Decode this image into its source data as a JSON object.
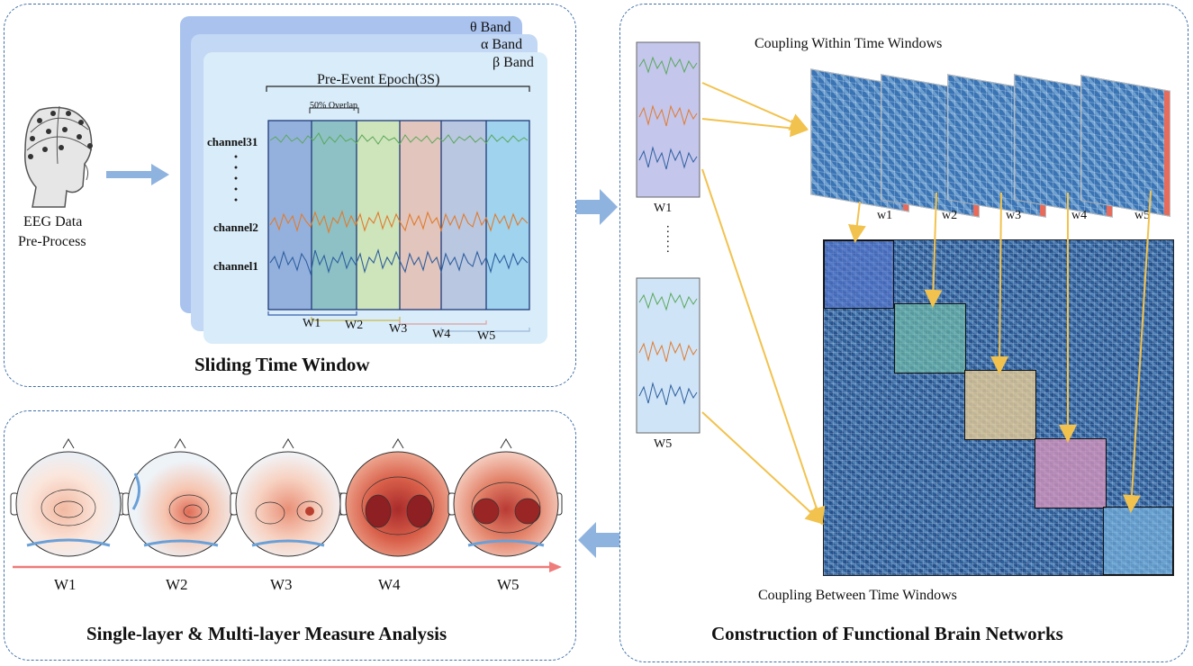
{
  "panels": {
    "sliding": {
      "title": "Sliding Time Window",
      "eeg_label_1": "EEG Data",
      "eeg_label_2": "Pre-Process",
      "bands": [
        "θ Band",
        "α Band",
        "β Band"
      ],
      "epoch_label": "Pre-Event Epoch(3S)",
      "overlap_label": "50% Overlap",
      "channels": [
        "channel31",
        "channel2",
        "channel1"
      ],
      "windows": [
        "W1",
        "W2",
        "W3",
        "W4",
        "W5"
      ]
    },
    "network": {
      "title": "Construction of Functional Brain Networks",
      "within_label": "Coupling Within Time Windows",
      "between_label": "Coupling Between Time Windows",
      "stack_labels": [
        "W1",
        "W5"
      ],
      "dots": "......",
      "matrix_labels": [
        "w1",
        "w2",
        "w3",
        "w4",
        "w5"
      ]
    },
    "analysis": {
      "title": "Single-layer & Multi-layer Measure Analysis",
      "windows": [
        "W1",
        "W2",
        "W3",
        "W4",
        "W5"
      ]
    }
  },
  "colors": {
    "panel_border": "#3f6fa8",
    "arrow_blue": "#8fb3df",
    "arrow_yellow": "#f2c24e",
    "timeline_red": "#ef7b7b",
    "window_fills": [
      "#5b82c8",
      "#4f9e9a",
      "#b9d58f",
      "#e8a890",
      "#9ea9cc",
      "#6fc0e6"
    ]
  }
}
